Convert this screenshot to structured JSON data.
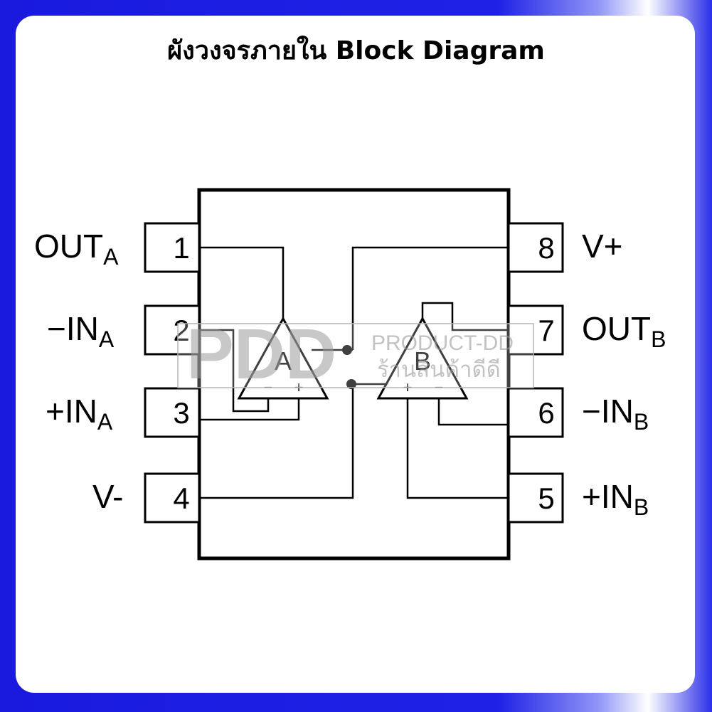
{
  "title": "ผังวงจรภายใน Block Diagram",
  "pins_left": [
    {
      "number": "1",
      "label": "OUT",
      "sub": "A"
    },
    {
      "number": "2",
      "label": "−IN",
      "sub": "A"
    },
    {
      "number": "3",
      "label": "+IN",
      "sub": "A"
    },
    {
      "number": "4",
      "label": "V-",
      "sub": ""
    }
  ],
  "pins_right": [
    {
      "number": "8",
      "label": "V+",
      "sub": ""
    },
    {
      "number": "7",
      "label": "OUT",
      "sub": "B"
    },
    {
      "number": "6",
      "label": "−IN",
      "sub": "B"
    },
    {
      "number": "5",
      "label": "+IN",
      "sub": "B"
    }
  ],
  "amplifiers": [
    {
      "name": "A",
      "minus": "−",
      "plus": "+"
    },
    {
      "name": "B",
      "plus": "+",
      "minus": "−"
    }
  ],
  "watermark": {
    "logo": "PDD",
    "line1": "PRODUCT-DD",
    "line2": "ร้านสินค้าดีดี"
  },
  "colors": {
    "background_blue": "#1f22e6",
    "watermark_gray": "#9a9a9a"
  }
}
